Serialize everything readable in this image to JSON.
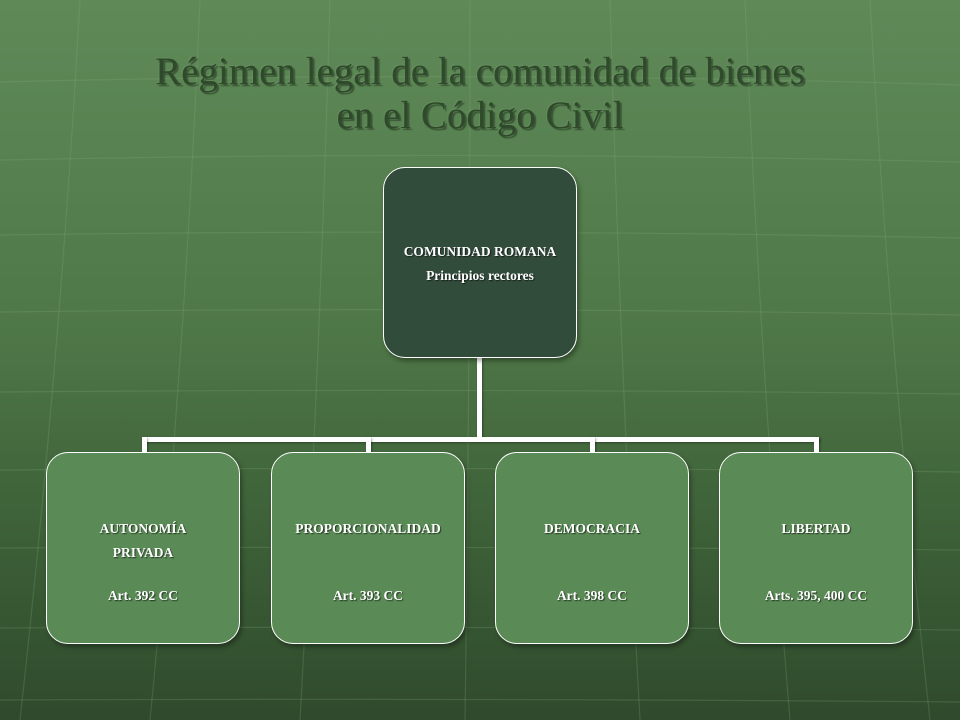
{
  "title": {
    "line1": "Régimen legal de la comunidad de bienes",
    "line2": "en el Código Civil"
  },
  "diagram": {
    "root": {
      "title": "COMUNIDAD ROMANA",
      "subtitle": "Principios rectores"
    },
    "children": [
      {
        "name_line1": "AUTONOMÍA",
        "name_line2": "PRIVADA",
        "article": "Art. 392 CC"
      },
      {
        "name_line1": "PROPORCIONALIDAD",
        "name_line2": "",
        "article": "Art. 393 CC"
      },
      {
        "name_line1": "DEMOCRACIA",
        "name_line2": "",
        "article": "Art. 398 CC"
      },
      {
        "name_line1": "LIBERTAD",
        "name_line2": "",
        "article": "Arts. 395, 400 CC"
      }
    ]
  },
  "colors": {
    "background": "#4f7848",
    "root_fill": "#324c3c",
    "child_fill": "#5a8a55",
    "border": "#ffffff",
    "title_text": "#2f4a2a"
  }
}
